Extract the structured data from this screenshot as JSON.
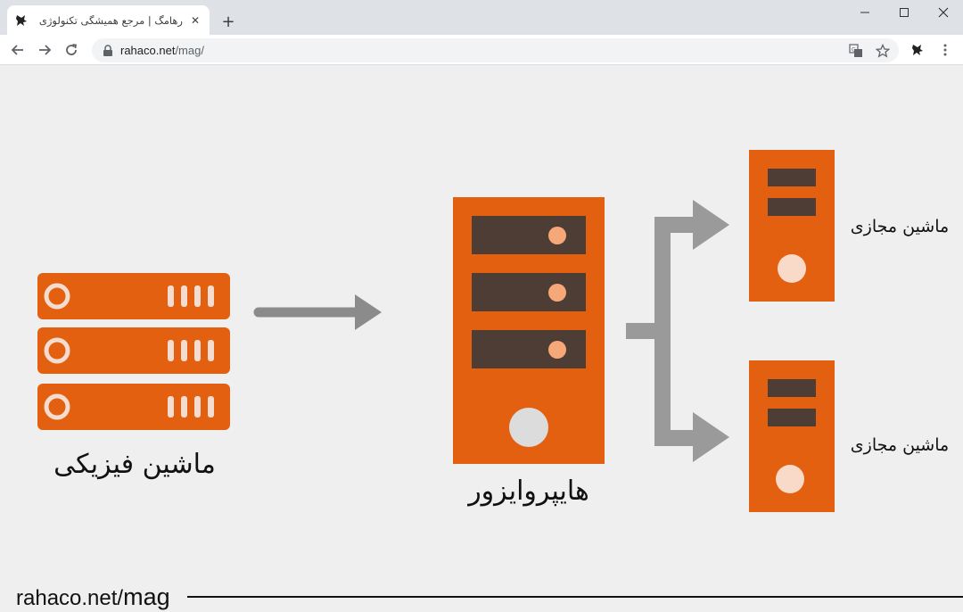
{
  "browser": {
    "tab_title": "رهامگ | مرجع همیشگی تکنولوژی |",
    "url_host": "rahaco.net",
    "url_path": "/mag/",
    "new_tab": "+",
    "close_tab": "✕"
  },
  "diagram": {
    "physical_label": "ماشین فیزیکی",
    "hypervisor_label": "هایپروایزور",
    "vm_top_label": "ماشین مجازی",
    "vm_bottom_label": "ماشین مجازی"
  },
  "footer": {
    "site": "rahaco.net/",
    "section": "mag"
  },
  "colors": {
    "orange": "#e2600f",
    "slot": "#4e3d34",
    "light_dot": "#f6a878",
    "arrow_gray": "#8b8b8b"
  }
}
